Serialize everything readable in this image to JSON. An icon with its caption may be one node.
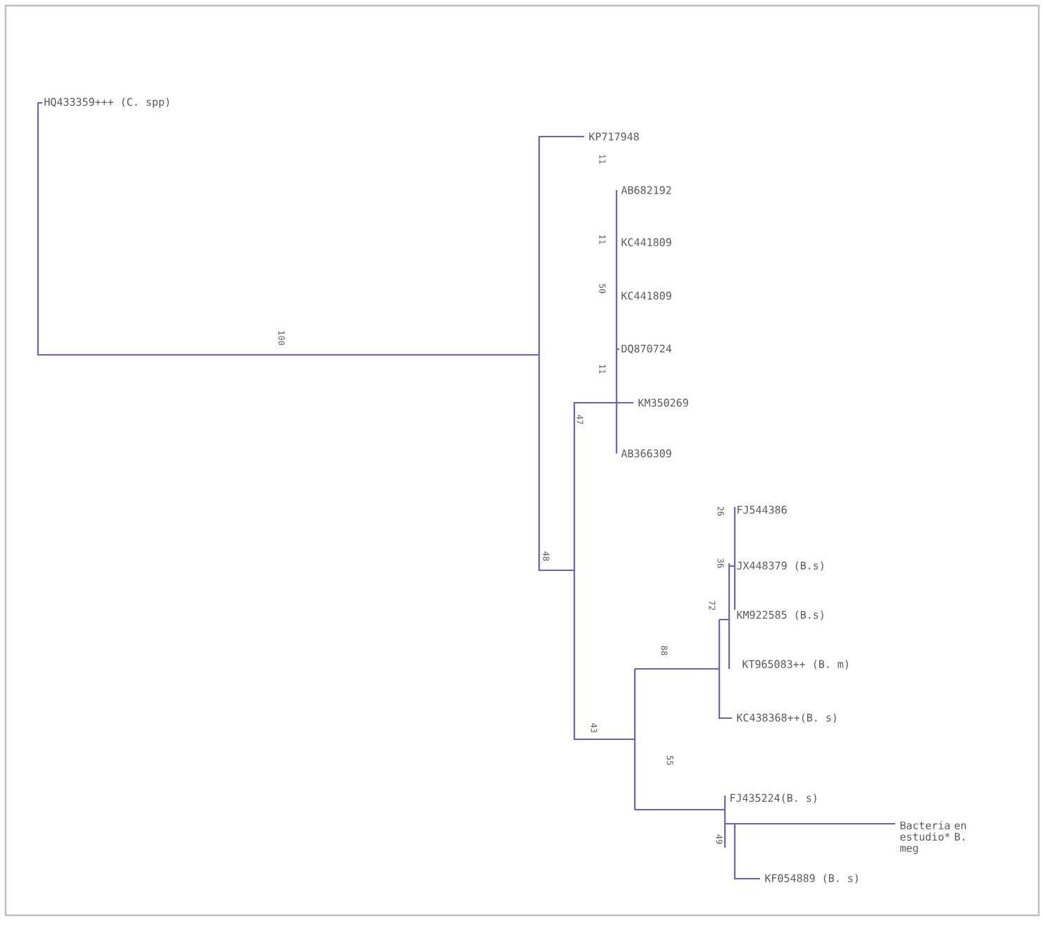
{
  "diagram": {
    "nodes": [
      {
        "text": [
          "HQ433359+++ (C. spp)"
        ]
      },
      {
        "text": [
          "KP717948"
        ]
      },
      {
        "text": [
          "AB682192"
        ]
      },
      {
        "text": [
          "KC441809"
        ]
      },
      {
        "text": [
          "KC441809"
        ]
      },
      {
        "text": [
          "DQ870724"
        ]
      },
      {
        "text": [
          "KM350269"
        ]
      },
      {
        "text": [
          "AB366309"
        ]
      },
      {
        "text": [
          "FJ544386"
        ]
      },
      {
        "text": [
          "JX448379 (B.s)"
        ]
      },
      {
        "text": [
          "KM922585 (B.s)"
        ]
      },
      {
        "text": [
          "KT965083++ (B. m)"
        ]
      },
      {
        "text": [
          "KC438368++(B. s)"
        ]
      },
      {
        "text": [
          "FJ435224(B. s)"
        ]
      },
      {
        "text": [
          "Bacteria en estudio* B. meg"
        ]
      },
      {
        "text": [
          "KF054889 (B. s)"
        ]
      }
    ],
    "labels": [
      "100",
      "11",
      "11",
      "50",
      "11",
      "47",
      "48",
      "26",
      "36",
      "72",
      "88",
      "43",
      "55",
      "49"
    ]
  }
}
